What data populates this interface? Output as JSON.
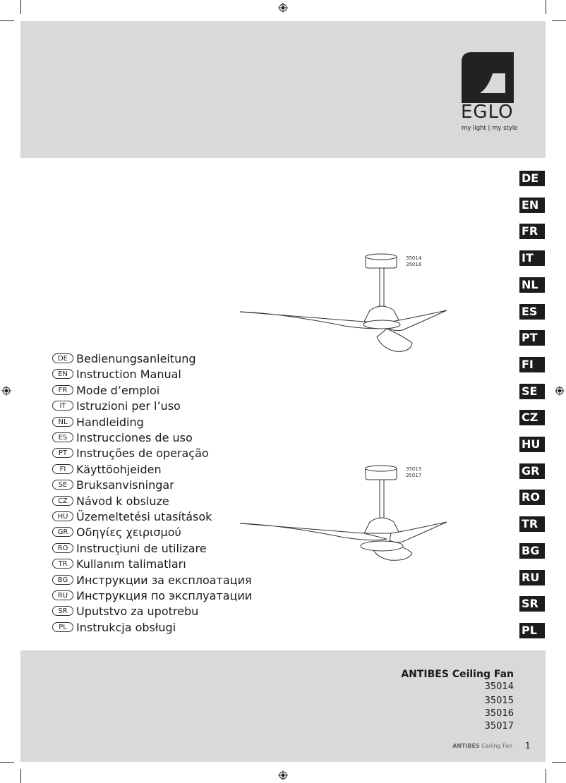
{
  "brand": {
    "name": "EGLO",
    "tagline": "my light | my style"
  },
  "language_tabs": [
    "DE",
    "EN",
    "FR",
    "IT",
    "NL",
    "ES",
    "PT",
    "FI",
    "SE",
    "CZ",
    "HU",
    "GR",
    "RO",
    "TR",
    "BG",
    "RU",
    "SR",
    "PL"
  ],
  "manual_titles": [
    {
      "code": "DE",
      "title": "Bedienungsanleitung"
    },
    {
      "code": "EN",
      "title": "Instruction Manual"
    },
    {
      "code": "FR",
      "title": "Mode d’emploi"
    },
    {
      "code": "IT",
      "title": "Istruzioni per l’uso"
    },
    {
      "code": "NL",
      "title": "Handleiding"
    },
    {
      "code": "ES",
      "title": "Instrucciones de uso"
    },
    {
      "code": "PT",
      "title": "Instruções de operação"
    },
    {
      "code": "FI",
      "title": "Käyttöohjeiden"
    },
    {
      "code": "SE",
      "title": "Bruksanvisningar"
    },
    {
      "code": "CZ",
      "title": "Návod k obsluze"
    },
    {
      "code": "HU",
      "title": "Üzemeltetési utasítások"
    },
    {
      "code": "GR",
      "title": "Οδηγίες χειρισμού"
    },
    {
      "code": "RO",
      "title": "Instrucţiuni de utilizare"
    },
    {
      "code": "TR",
      "title": "Kullanım talimatları"
    },
    {
      "code": "BG",
      "title": "Инструкции за експлоатация"
    },
    {
      "code": "RU",
      "title": "Инструкция по эксплуатации"
    },
    {
      "code": "SR",
      "title": "Uputstvo za upotrebu"
    },
    {
      "code": "PL",
      "title": "Instrukcja obsługi"
    }
  ],
  "fans": [
    {
      "models": [
        "35014",
        "35016"
      ]
    },
    {
      "models": [
        "35015",
        "35017"
      ]
    }
  ],
  "product": {
    "title": "ANTIBES Ceiling Fan",
    "models": [
      "35014",
      "35015",
      "35016",
      "35017"
    ]
  },
  "footer": {
    "brand_bold": "ANTIBES",
    "brand_rest": " Ceiling Fan",
    "page": "1"
  },
  "colors": {
    "band": "#d9d9d9",
    "tab": "#1c1c1c"
  }
}
